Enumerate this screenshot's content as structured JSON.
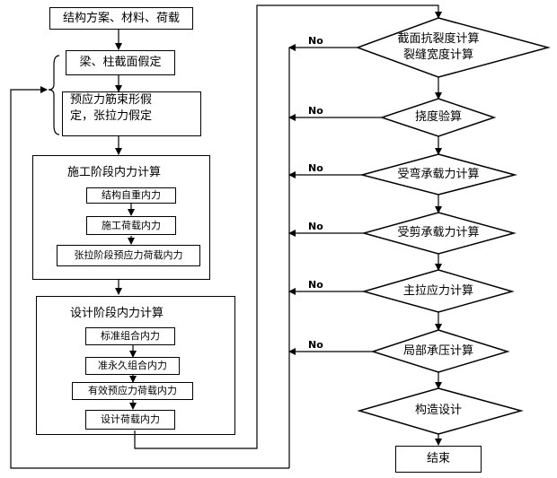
{
  "left_column": {
    "step1": "结构方案、材料、荷载",
    "step2": "梁、柱截面假定",
    "step3_line1": "预应力筋束形假",
    "step3_line2": "定，张拉力假定"
  },
  "construction_stage": {
    "title": "施工阶段内力计算",
    "items": [
      "结构自重内力",
      "施工荷载内力",
      "张拉阶段预应力荷载内力"
    ]
  },
  "design_stage": {
    "title": "设计阶段内力计算",
    "items": [
      "标准组合内力",
      "准永久组合内力",
      "有效预应力荷载内力",
      "设计荷载内力"
    ]
  },
  "checks": {
    "crack_line1": "截面抗裂度计算",
    "crack_line2": "裂缝宽度计算",
    "deflection": "挠度验算",
    "flexure": "受弯承载力计算",
    "shear": "受剪承载力计算",
    "principal": "主拉应力计算",
    "bearing": "局部承压计算",
    "detailing": "构造设计"
  },
  "end_label": "结束",
  "no_label": "No"
}
